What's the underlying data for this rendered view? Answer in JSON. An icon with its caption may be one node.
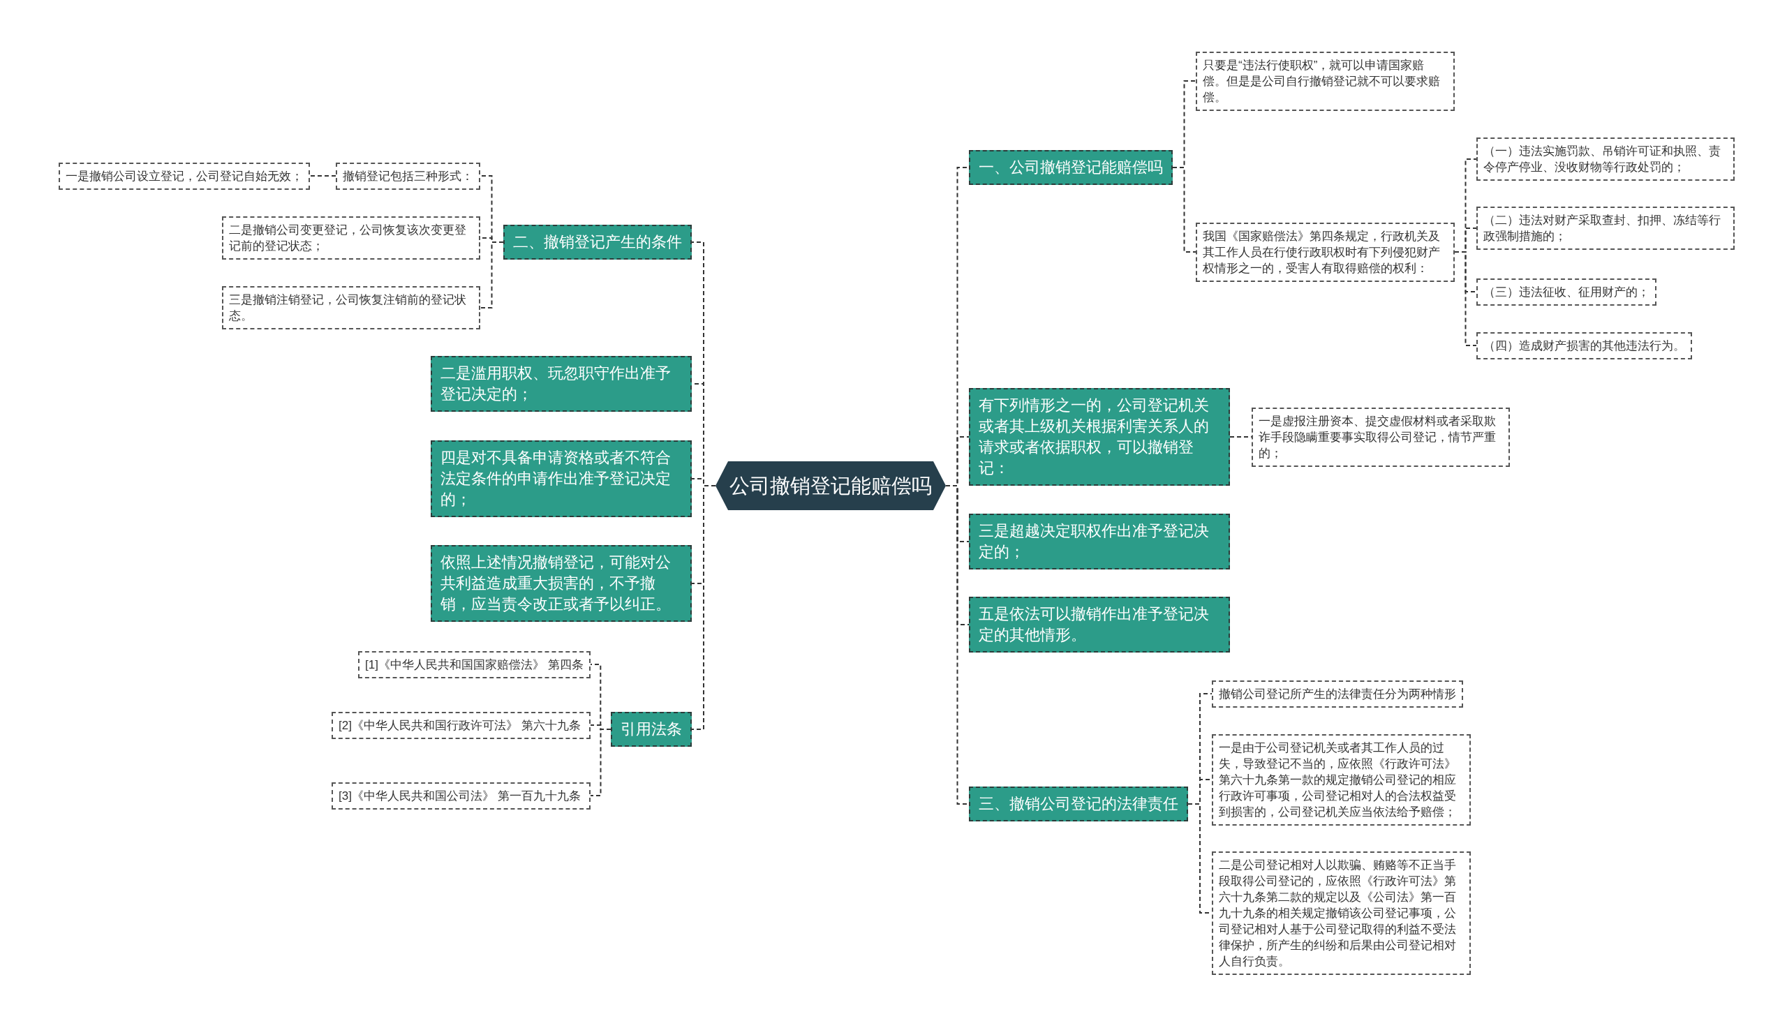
{
  "diagram": {
    "nodes": [
      {
        "text": [
          "公司撤销登记能赔偿吗"
        ]
      },
      {
        "text": [
          "二、撤销登记产生的条件"
        ]
      },
      {
        "text": [
          "撤销登记包括三种形式："
        ]
      },
      {
        "text": [
          "一是撤销公司设立登记，公司登记自始无效；"
        ]
      },
      {
        "text": [
          "二是撤销公司变更登记，公司恢复该次变更登记前的登记状态；"
        ]
      },
      {
        "text": [
          "三是撤销注销登记，公司恢复注销前的登记状态。"
        ]
      },
      {
        "text": [
          "二是滥用职权、玩忽职守作出准予登记决定的；"
        ]
      },
      {
        "text": [
          "四是对不具备申请资格或者不符合法定条件的申请作出准予登记决定的；"
        ]
      },
      {
        "text": [
          "依照上述情况撤销登记，可能对公共利益造成重大损害的，不予撤销，应当责令改正或者予以纠正。"
        ]
      },
      {
        "text": [
          "引用法条"
        ]
      },
      {
        "text": [
          "[1]《中华人民共和国国家赔偿法》 第四条"
        ]
      },
      {
        "text": [
          "[2]《中华人民共和国行政许可法》 第六十九条"
        ]
      },
      {
        "text": [
          "[3]《中华人民共和国公司法》 第一百九十九条"
        ]
      },
      {
        "text": [
          "一、公司撤销登记能赔偿吗"
        ]
      },
      {
        "text": [
          "只要是“违法行使职权”，就可以申请国家赔偿。但是是公司自行撤销登记就不可以要求赔偿。"
        ]
      },
      {
        "text": [
          "我国《国家赔偿法》第四条规定，行政机关及其工作人员在行使行政职权时有下列侵犯财产权情形之一的，受害人有取得赔偿的权利："
        ]
      },
      {
        "text": [
          "（一）违法实施罚款、吊销许可证和执照、责令停产停业、没收财物等行政处罚的；"
        ]
      },
      {
        "text": [
          "（二）违法对财产采取查封、扣押、冻结等行政强制措施的；"
        ]
      },
      {
        "text": [
          "（三）违法征收、征用财产的；"
        ]
      },
      {
        "text": [
          "（四）造成财产损害的其他违法行为。"
        ]
      },
      {
        "text": [
          "有下列情形之一的，公司登记机关或者其上级机关根据利害关系人的请求或者依据职权，可以撤销登记："
        ]
      },
      {
        "text": [
          "一是虚报注册资本、提交虚假材料或者采取欺诈手段隐瞒重要事实取得公司登记，情节严重的；"
        ]
      },
      {
        "text": [
          "三是超越决定职权作出准予登记决定的；"
        ]
      },
      {
        "text": [
          "五是依法可以撤销作出准予登记决定的其他情形。"
        ]
      },
      {
        "text": [
          "三、撤销公司登记的法律责任"
        ]
      },
      {
        "text": [
          "撤销公司登记所产生的法律责任分为两种情形"
        ]
      },
      {
        "text": [
          "一是由于公司登记机关或者其工作人员的过失，导致登记不当的，应依照《行政许可法》第六十九条第一款的规定撤销公司登记的相应行政许可事项，公司登记相对人的合法权益受到损害的，公司登记机关应当依法给予赔偿；"
        ]
      },
      {
        "text": [
          "二是公司登记相对人以欺骗、贿赂等不正当手段取得公司登记的，应依照《行政许可法》第六十九条第二款的规定以及《公司法》第一百九十九条的相关规定撤销该公司登记事项，公司登记相对人基于公司登记取得的利益不受法律保护，所产生的纠纷和后果由公司登记相对人自行负责。"
        ]
      }
    ],
    "edges": [
      {
        "from": 0,
        "to": 1,
        "arrow": "none"
      },
      {
        "from": 0,
        "to": 6,
        "arrow": "none"
      },
      {
        "from": 0,
        "to": 7,
        "arrow": "none"
      },
      {
        "from": 0,
        "to": 8,
        "arrow": "none"
      },
      {
        "from": 0,
        "to": 9,
        "arrow": "none"
      },
      {
        "from": 1,
        "to": 2,
        "arrow": "none"
      },
      {
        "from": 1,
        "to": 4,
        "arrow": "none"
      },
      {
        "from": 1,
        "to": 5,
        "arrow": "none"
      },
      {
        "from": 2,
        "to": 3,
        "arrow": "none"
      },
      {
        "from": 9,
        "to": 10,
        "arrow": "none"
      },
      {
        "from": 9,
        "to": 11,
        "arrow": "none"
      },
      {
        "from": 9,
        "to": 12,
        "arrow": "none"
      },
      {
        "from": 0,
        "to": 13,
        "arrow": "none"
      },
      {
        "from": 0,
        "to": 20,
        "arrow": "none"
      },
      {
        "from": 0,
        "to": 22,
        "arrow": "none"
      },
      {
        "from": 0,
        "to": 23,
        "arrow": "none"
      },
      {
        "from": 0,
        "to": 24,
        "arrow": "none"
      },
      {
        "from": 13,
        "to": 14,
        "arrow": "none"
      },
      {
        "from": 13,
        "to": 15,
        "arrow": "none"
      },
      {
        "from": 15,
        "to": 16,
        "arrow": "none"
      },
      {
        "from": 15,
        "to": 17,
        "arrow": "none"
      },
      {
        "from": 15,
        "to": 18,
        "arrow": "none"
      },
      {
        "from": 15,
        "to": 19,
        "arrow": "none"
      },
      {
        "from": 20,
        "to": 21,
        "arrow": "none"
      },
      {
        "from": 24,
        "to": 25,
        "arrow": "none"
      },
      {
        "from": 24,
        "to": 26,
        "arrow": "none"
      },
      {
        "from": 24,
        "to": 27,
        "arrow": "none"
      }
    ]
  }
}
